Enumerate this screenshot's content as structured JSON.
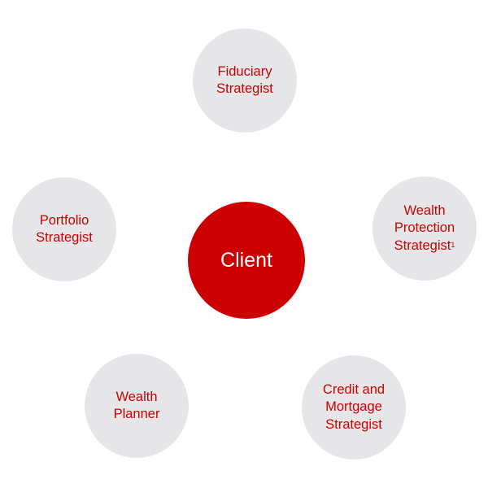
{
  "diagram": {
    "center": {
      "label": "Client",
      "color": "#cc0000",
      "text_color": "#ffffff"
    },
    "satellite_fill": "#e6e6e8",
    "satellite_text_color": "#cc0000",
    "nodes": [
      {
        "id": "fiduciary",
        "label": "Fiduciary\nStrategist",
        "footnote": ""
      },
      {
        "id": "wealth-protection",
        "label": "Wealth\nProtection\nStrategist",
        "footnote": "1"
      },
      {
        "id": "credit-mortgage",
        "label": "Credit and\nMortgage\nStrategist",
        "footnote": ""
      },
      {
        "id": "wealth-planner",
        "label": "Wealth\nPlanner",
        "footnote": ""
      },
      {
        "id": "portfolio",
        "label": "Portfolio\nStrategist",
        "footnote": ""
      }
    ]
  }
}
